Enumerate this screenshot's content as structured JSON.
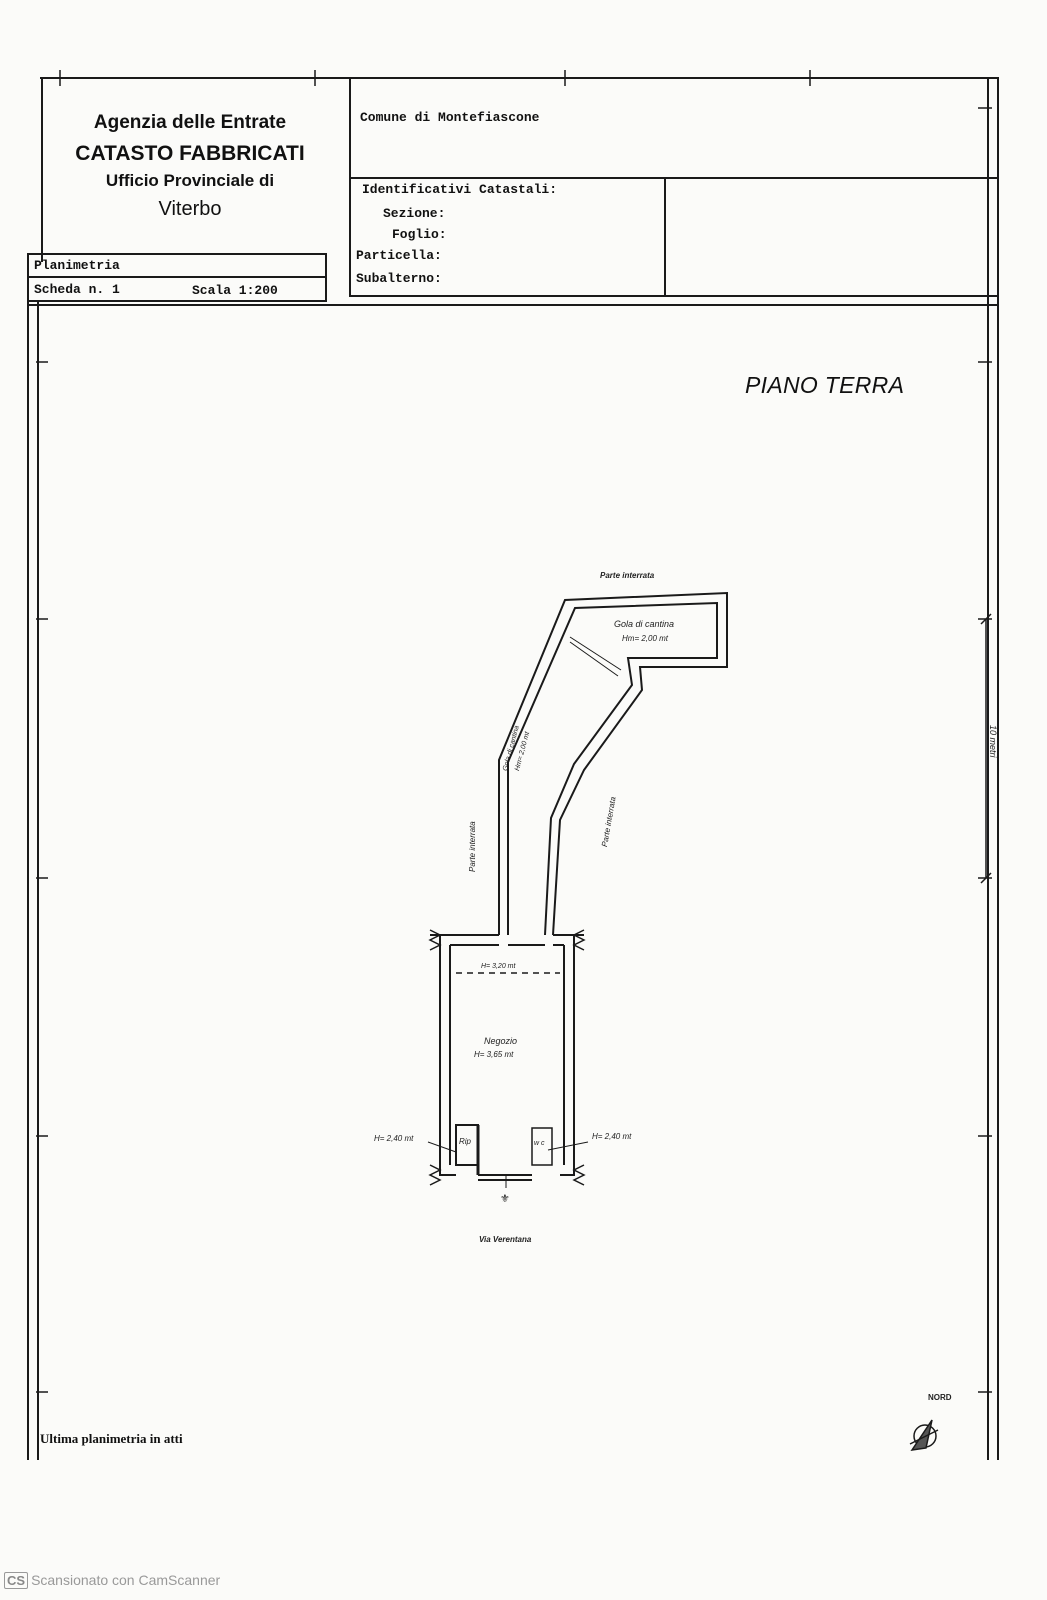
{
  "header": {
    "agency": "Agenzia delle Entrate",
    "catasto": "CATASTO FABBRICATI",
    "ufficio": "Ufficio Provinciale di",
    "city": "Viterbo"
  },
  "plan_info": {
    "planimetria": "Planimetria",
    "scheda": "Scheda n. 1",
    "scala": "Scala 1:200"
  },
  "comune": "Comune di Montefiascone",
  "identificativi": {
    "title": "Identificativi Catastali:",
    "sezione": "Sezione:",
    "foglio": "Foglio:",
    "particella": "Particella:",
    "subalterno": "Subalterno:"
  },
  "floor_title": "PIANO TERRA",
  "plan_labels": {
    "parte_interrata_top": "Parte interrata",
    "gola_cantina": "Gola di cantina",
    "hm_2": "Hm= 2,00 mt",
    "gola_cantina_2": "Gola di cantina",
    "hm_2b": "Hm= 2,00 mt",
    "parte_interrata_left": "Parte interrata",
    "parte_interrata_right": "Parte interrata",
    "h_320": "H= 3,20 mt",
    "negozio": "Negozio",
    "h_365": "H= 3,65 mt",
    "h_240_left": "H= 2,40 mt",
    "h_240_right": "H= 2,40 mt",
    "rip": "Rip",
    "wc": "w c",
    "street": "Via Verentana",
    "scale_bar": "10 metri",
    "north": "NORD"
  },
  "footer_note": "Ultima planimetria in atti",
  "scanner": {
    "logo": "CS",
    "text": "Scansionato con CamScanner"
  }
}
